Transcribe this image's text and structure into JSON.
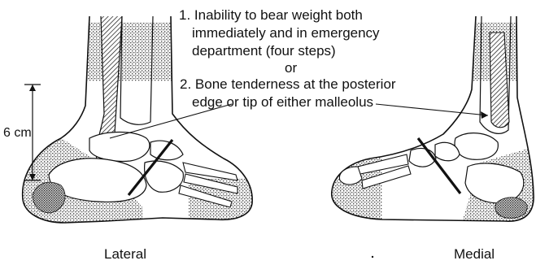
{
  "criteria": {
    "item1_line1": "1. Inability to bear weight both",
    "item1_line2": "immediately and in emergency",
    "item1_line3": "department (four steps)",
    "connector": "or",
    "item2_line1": "2. Bone tenderness at the posterior",
    "item2_line2": "edge or tip of either malleolus"
  },
  "scale": {
    "label": "6 cm"
  },
  "views": {
    "lateral": "Lateral",
    "medial": "Medial"
  },
  "colors": {
    "ink": "#111111",
    "stipple": "#8c8c8c",
    "background": "#ffffff"
  }
}
